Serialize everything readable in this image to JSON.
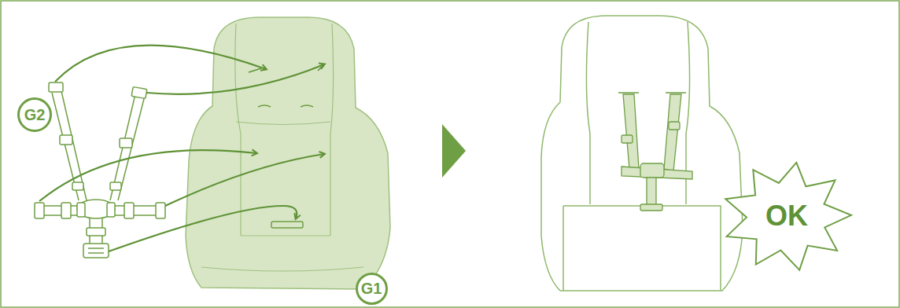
{
  "diagram": {
    "nodes": [
      {
        "text": [
          "G2"
        ]
      },
      {
        "text": [
          "G1"
        ]
      },
      {
        "text": [
          "OK"
        ]
      }
    ]
  }
}
